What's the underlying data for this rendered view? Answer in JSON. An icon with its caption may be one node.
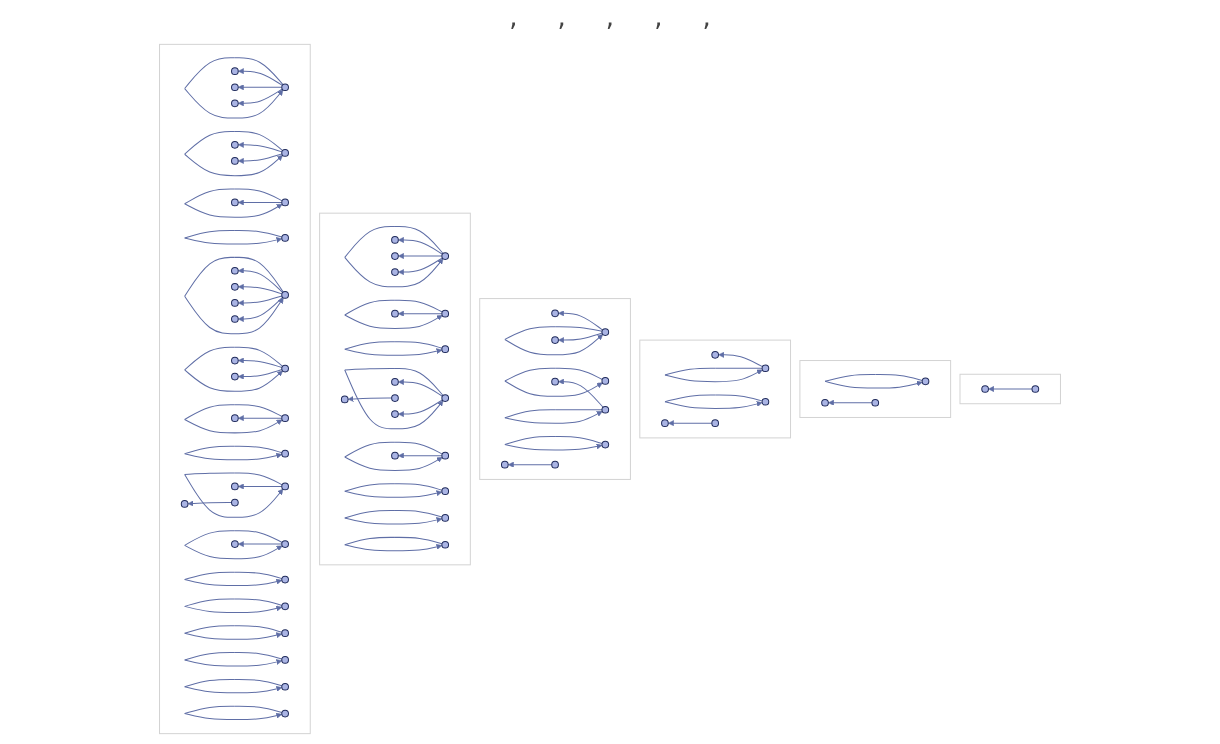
{
  "diagram": {
    "nodes": [
      {
        "text": [],
        "shape": "box"
      },
      {
        "text": [],
        "shape": "circle",
        "in": 0
      },
      {
        "text": [],
        "shape": "circle",
        "in": 0
      },
      {
        "text": [],
        "shape": "box"
      },
      {
        "text": [],
        "shape": "circle",
        "in": 3
      },
      {
        "text": [],
        "shape": "circle",
        "in": 3
      },
      {
        "text": [],
        "shape": "circle",
        "in": 3
      },
      {
        "text": [],
        "shape": "box"
      },
      {
        "text": [],
        "shape": "circle",
        "in": 7
      },
      {
        "text": [],
        "shape": "circle",
        "in": 7
      },
      {
        "text": [],
        "shape": "circle",
        "in": 7
      },
      {
        "text": [],
        "shape": "circle",
        "in": 7
      },
      {
        "text": [],
        "shape": "circle",
        "in": 7
      },
      {
        "text": [],
        "shape": "box"
      },
      {
        "text": [],
        "shape": "circle",
        "in": 13
      },
      {
        "text": [],
        "shape": "circle",
        "in": 13
      },
      {
        "text": [],
        "shape": "circle",
        "in": 13
      },
      {
        "text": [],
        "shape": "circle",
        "in": 13
      },
      {
        "text": [],
        "shape": "circle",
        "in": 13
      },
      {
        "text": [],
        "shape": "circle",
        "in": 13
      },
      {
        "text": [],
        "shape": "circle",
        "in": 13
      },
      {
        "text": [],
        "shape": "circle",
        "in": 13
      },
      {
        "text": [],
        "shape": "circle",
        "in": 13
      },
      {
        "text": [],
        "shape": "box"
      },
      {
        "text": [],
        "shape": "circle",
        "in": 23
      },
      {
        "text": [],
        "shape": "circle",
        "in": 23
      },
      {
        "text": [],
        "shape": "circle",
        "in": 23
      },
      {
        "text": [],
        "shape": "circle",
        "in": 23
      },
      {
        "text": [],
        "shape": "circle",
        "in": 23
      },
      {
        "text": [],
        "shape": "circle",
        "in": 23
      },
      {
        "text": [],
        "shape": "circle",
        "in": 23
      },
      {
        "text": [],
        "shape": "circle",
        "in": 23
      },
      {
        "text": [],
        "shape": "circle",
        "in": 23
      },
      {
        "text": [],
        "shape": "circle",
        "in": 23
      },
      {
        "text": [],
        "shape": "circle",
        "in": 23
      },
      {
        "text": [],
        "shape": "circle",
        "in": 23
      },
      {
        "text": [],
        "shape": "circle",
        "in": 23
      },
      {
        "text": [],
        "shape": "circle",
        "in": 23
      },
      {
        "text": [],
        "shape": "circle",
        "in": 23
      },
      {
        "text": [],
        "shape": "circle",
        "in": 23
      },
      {
        "text": [],
        "shape": "circle",
        "in": 23
      },
      {
        "text": [],
        "shape": "box"
      },
      {
        "text": [],
        "shape": "circle",
        "in": 41
      },
      {
        "text": [],
        "shape": "circle",
        "in": 41
      },
      {
        "text": [],
        "shape": "circle",
        "in": 41
      },
      {
        "text": [],
        "shape": "circle",
        "in": 41
      },
      {
        "text": [],
        "shape": "circle",
        "in": 41
      },
      {
        "text": [],
        "shape": "circle",
        "in": 41
      },
      {
        "text": [],
        "shape": "circle",
        "in": 41
      },
      {
        "text": [],
        "shape": "circle",
        "in": 41
      },
      {
        "text": [],
        "shape": "circle",
        "in": 41
      },
      {
        "text": [],
        "shape": "circle",
        "in": 41
      },
      {
        "text": [],
        "shape": "circle",
        "in": 41
      },
      {
        "text": [],
        "shape": "circle",
        "in": 41
      },
      {
        "text": [],
        "shape": "circle",
        "in": 41
      },
      {
        "text": [],
        "shape": "circle",
        "in": 41
      },
      {
        "text": [],
        "shape": "circle",
        "in": 41
      },
      {
        "text": [],
        "shape": "circle",
        "in": 41
      },
      {
        "text": [],
        "shape": "circle",
        "in": 41
      },
      {
        "text": [],
        "shape": "circle",
        "in": 41
      },
      {
        "text": [],
        "shape": "circle",
        "in": 41
      },
      {
        "text": [],
        "shape": "circle",
        "in": 41
      },
      {
        "text": [],
        "shape": "circle",
        "in": 41
      },
      {
        "text": [],
        "shape": "circle",
        "in": 41
      },
      {
        "text": [],
        "shape": "circle",
        "in": 41
      },
      {
        "text": [],
        "shape": "circle",
        "in": 41
      },
      {
        "text": [],
        "shape": "circle",
        "in": 41
      },
      {
        "text": [],
        "shape": "circle",
        "in": 41
      },
      {
        "text": [],
        "shape": "circle",
        "in": 41
      },
      {
        "text": [],
        "shape": "circle",
        "in": 41
      },
      {
        "text": [],
        "shape": "circle",
        "in": 41
      },
      {
        "text": [],
        "shape": "circle",
        "in": 41
      },
      {
        "text": [],
        "shape": "circle",
        "in": 41
      },
      {
        "text": [],
        "shape": "circle",
        "in": 41
      },
      {
        "text": [],
        "shape": "circle",
        "in": 41
      }
    ],
    "edges": [
      {
        "from": 2,
        "to": 1,
        "arrow": "to"
      },
      {
        "from": 4,
        "to": 4,
        "arrow": "to"
      },
      {
        "from": 6,
        "to": 5,
        "arrow": "to"
      },
      {
        "from": 9,
        "to": 8,
        "arrow": "to"
      },
      {
        "from": 9,
        "to": 9,
        "arrow": "to"
      },
      {
        "from": 10,
        "to": 10,
        "arrow": "to"
      },
      {
        "from": 12,
        "to": 11,
        "arrow": "to"
      },
      {
        "from": 15,
        "to": 15,
        "arrow": "to"
      },
      {
        "from": 15,
        "to": 14,
        "arrow": "to"
      },
      {
        "from": 15,
        "to": 16,
        "arrow": "to"
      },
      {
        "from": 17,
        "to": 17,
        "arrow": "to"
      },
      {
        "from": 19,
        "to": 19,
        "arrow": "to"
      },
      {
        "from": 19,
        "to": 18,
        "arrow": "to"
      },
      {
        "from": 20,
        "to": 20,
        "arrow": "to"
      },
      {
        "from": 22,
        "to": 21,
        "arrow": "to"
      },
      {
        "from": 26,
        "to": 26,
        "arrow": "to"
      },
      {
        "from": 26,
        "to": 24,
        "arrow": "to"
      },
      {
        "from": 26,
        "to": 25,
        "arrow": "to"
      },
      {
        "from": 26,
        "to": 27,
        "arrow": "to"
      },
      {
        "from": 29,
        "to": 29,
        "arrow": "to"
      },
      {
        "from": 29,
        "to": 28,
        "arrow": "to"
      },
      {
        "from": 30,
        "to": 30,
        "arrow": "to"
      },
      {
        "from": 32,
        "to": 32,
        "arrow": "to"
      },
      {
        "from": 32,
        "to": 31,
        "arrow": "to"
      },
      {
        "from": 32,
        "to": 33,
        "arrow": "to"
      },
      {
        "from": 35,
        "to": 35,
        "arrow": "to"
      },
      {
        "from": 35,
        "to": 34,
        "arrow": "to"
      },
      {
        "from": 37,
        "to": 36,
        "arrow": "to"
      },
      {
        "from": 38,
        "to": 38,
        "arrow": "to"
      },
      {
        "from": 39,
        "to": 39,
        "arrow": "to"
      },
      {
        "from": 40,
        "to": 40,
        "arrow": "to"
      },
      {
        "from": 44,
        "to": 44,
        "arrow": "to"
      },
      {
        "from": 44,
        "to": 42,
        "arrow": "to"
      },
      {
        "from": 44,
        "to": 43,
        "arrow": "to"
      },
      {
        "from": 44,
        "to": 45,
        "arrow": "to"
      },
      {
        "from": 47,
        "to": 47,
        "arrow": "to"
      },
      {
        "from": 47,
        "to": 46,
        "arrow": "to"
      },
      {
        "from": 47,
        "to": 48,
        "arrow": "to"
      },
      {
        "from": 50,
        "to": 50,
        "arrow": "to"
      },
      {
        "from": 50,
        "to": 49,
        "arrow": "to"
      },
      {
        "from": 51,
        "to": 51,
        "arrow": "to"
      },
      {
        "from": 54,
        "to": 54,
        "arrow": "to"
      },
      {
        "from": 54,
        "to": 52,
        "arrow": "to"
      },
      {
        "from": 54,
        "to": 53,
        "arrow": "to"
      },
      {
        "from": 54,
        "to": 55,
        "arrow": "to"
      },
      {
        "from": 54,
        "to": 56,
        "arrow": "to"
      },
      {
        "from": 58,
        "to": 58,
        "arrow": "to"
      },
      {
        "from": 58,
        "to": 57,
        "arrow": "to"
      },
      {
        "from": 58,
        "to": 59,
        "arrow": "to"
      },
      {
        "from": 61,
        "to": 61,
        "arrow": "to"
      },
      {
        "from": 61,
        "to": 60,
        "arrow": "to"
      },
      {
        "from": 62,
        "to": 62,
        "arrow": "to"
      },
      {
        "from": 64,
        "to": 64,
        "arrow": "to"
      },
      {
        "from": 64,
        "to": 63,
        "arrow": "to"
      },
      {
        "from": 66,
        "to": 66,
        "arrow": "to"
      },
      {
        "from": 66,
        "to": 65,
        "arrow": "to"
      },
      {
        "from": 67,
        "to": 67,
        "arrow": "to"
      },
      {
        "from": 68,
        "to": 68,
        "arrow": "to"
      },
      {
        "from": 69,
        "to": 69,
        "arrow": "to"
      },
      {
        "from": 70,
        "to": 70,
        "arrow": "to"
      },
      {
        "from": 71,
        "to": 71,
        "arrow": "to"
      },
      {
        "from": 72,
        "to": 72,
        "arrow": "to"
      },
      {
        "from": 74,
        "to": 73,
        "arrow": "to"
      }
    ],
    "labels": [
      ",",
      ",",
      ",",
      ",",
      ","
    ]
  }
}
